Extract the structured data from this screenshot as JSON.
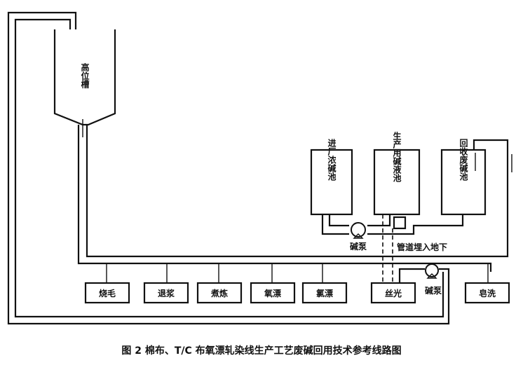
{
  "labels": {
    "high_tank": "高位槽",
    "tank_incoming": "进厂浓碱池",
    "tank_production": "生产用碱液池",
    "tank_recovered": "回收废碱池",
    "pump_1": "碱泵",
    "pump_2": "碱泵",
    "pipe_note": "管道埋入地下",
    "proc_singe": "烧毛",
    "proc_desize": "退浆",
    "proc_scour": "煮炼",
    "proc_bleach_1": "氧漂",
    "proc_bleach_2": "氯漂",
    "proc_mercerize": "丝光",
    "proc_wash": "皂洗"
  },
  "caption": "图 2   棉布、T/C 布氧漂轧染线生产工艺废碱回用技术参考线路图"
}
